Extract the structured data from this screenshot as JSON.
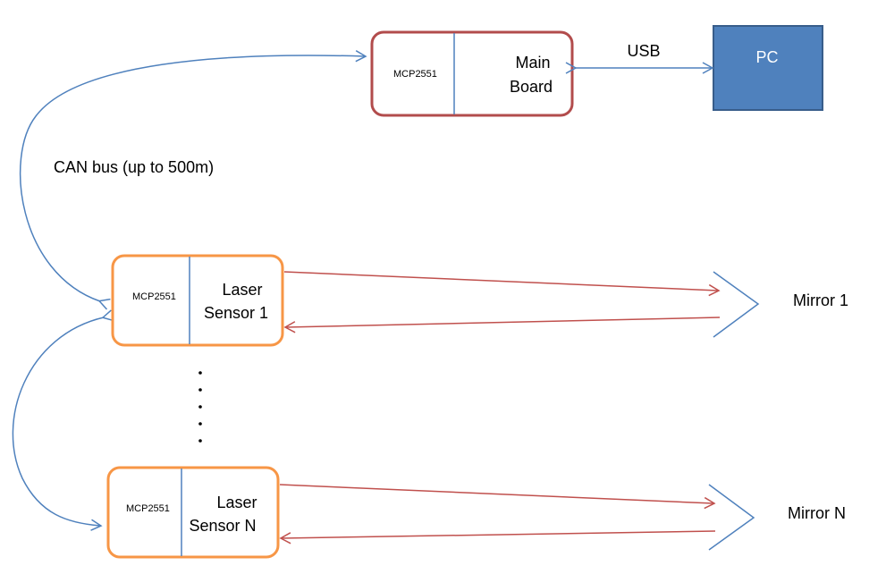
{
  "main_board": {
    "chip": "MCP2551",
    "line1": "Main",
    "line2": "Board",
    "border_color": "#b24c4c"
  },
  "pc": {
    "label": "PC",
    "fill_color": "#4f81bd",
    "border_color": "#385d8a"
  },
  "usb_label": "USB",
  "can_bus_label": "CAN bus (up to 500m)",
  "sensor_1": {
    "chip": "MCP2551",
    "line1": "Laser",
    "line2": "Sensor 1",
    "border_color": "#f79646"
  },
  "sensor_n": {
    "chip": "MCP2551",
    "line1": "Laser",
    "line2": "Sensor N",
    "border_color": "#f79646"
  },
  "mirror_1_label": "Mirror 1",
  "mirror_n_label": "Mirror N",
  "colors": {
    "blue_line": "#4f81bd",
    "red_beam": "#c0504d"
  }
}
